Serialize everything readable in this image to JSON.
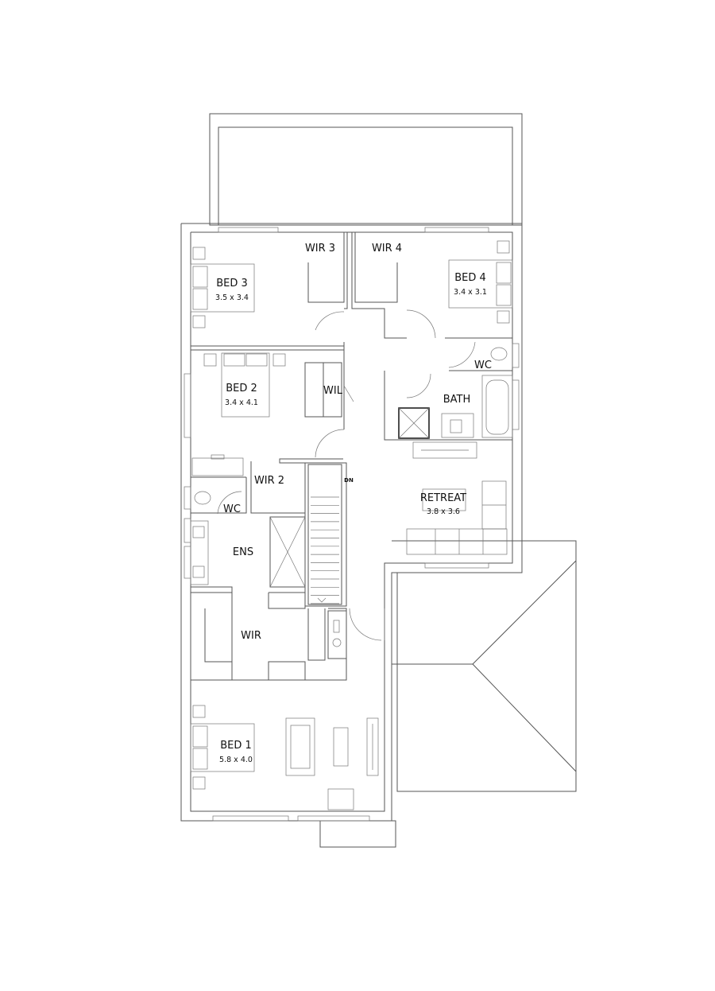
{
  "rooms": {
    "wir3": {
      "label": "WIR 3"
    },
    "wir4": {
      "label": "WIR 4"
    },
    "bed3": {
      "label": "BED 3",
      "size": "3.5 x 3.4"
    },
    "bed4": {
      "label": "BED 4",
      "size": "3.4 x 3.1"
    },
    "wc_upper": {
      "label": "WC"
    },
    "bath": {
      "label": "BATH"
    },
    "bed2": {
      "label": "BED 2",
      "size": "3.4 x 4.1"
    },
    "wil": {
      "label": "WIL"
    },
    "wir2": {
      "label": "WIR 2"
    },
    "stairs": {
      "label": "DN"
    },
    "wc_ens": {
      "label": "WC"
    },
    "retreat": {
      "label": "RETREAT",
      "size": "3.8 x 3.6"
    },
    "ens": {
      "label": "ENS"
    },
    "wir": {
      "label": "WIR"
    },
    "bed1": {
      "label": "BED 1",
      "size": "5.8 x 4.0"
    }
  }
}
